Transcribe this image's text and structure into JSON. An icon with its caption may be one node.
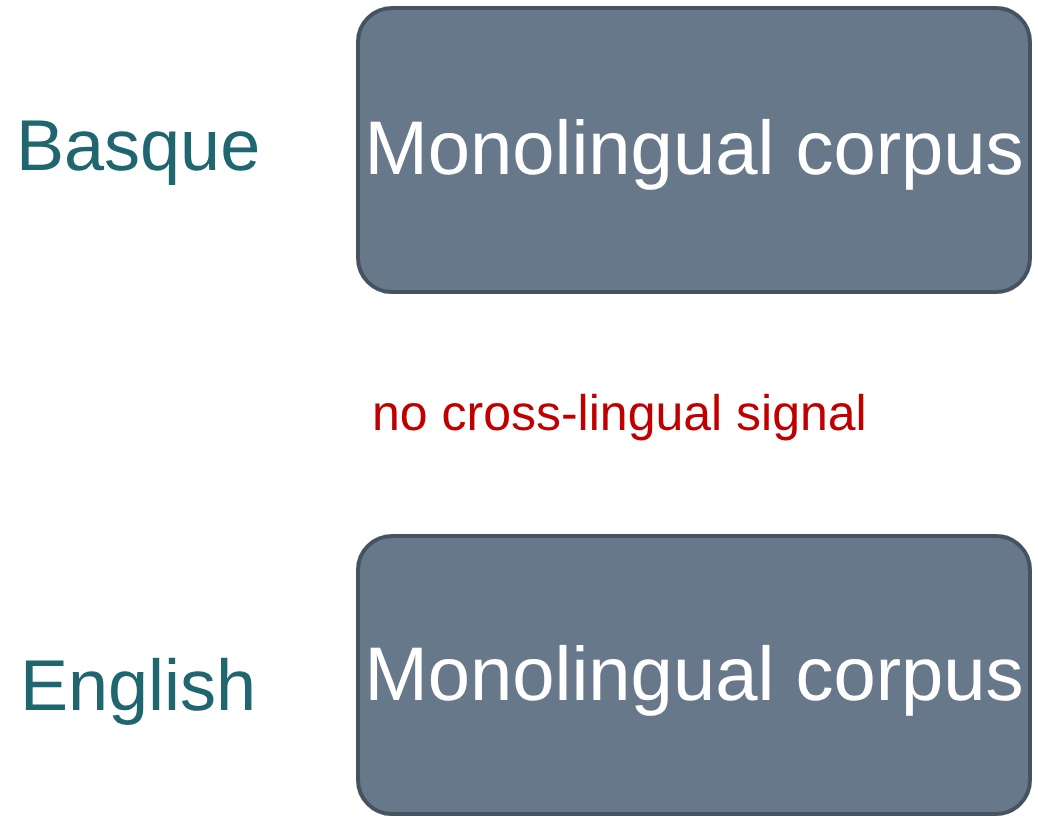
{
  "diagram": {
    "nodes": [
      {
        "text": [
          "Monolingual corpus"
        ],
        "beside": [
          "Basque"
        ]
      },
      {
        "text": [
          "Monolingual corpus"
        ],
        "beside": [
          "English"
        ]
      }
    ],
    "labels": [
      "no cross-lingual signal"
    ]
  }
}
